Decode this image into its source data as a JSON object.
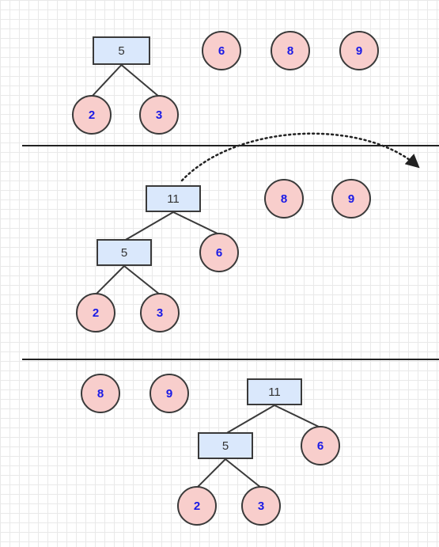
{
  "colors": {
    "leaf_fill": "#f8cecc",
    "leaf_text": "#1a1ae6",
    "internal_fill": "#dae8fc",
    "stroke": "#3a3a3a",
    "grid": "#e9e9e9"
  },
  "stages": [
    {
      "trees": [
        {
          "value": "5",
          "children": [
            {
              "value": "2"
            },
            {
              "value": "3"
            }
          ]
        },
        {
          "value": "6"
        },
        {
          "value": "8"
        },
        {
          "value": "9"
        }
      ]
    },
    {
      "trees": [
        {
          "value": "11",
          "children": [
            {
              "value": "5",
              "children": [
                {
                  "value": "2"
                },
                {
                  "value": "3"
                }
              ]
            },
            {
              "value": "6"
            }
          ]
        },
        {
          "value": "8"
        },
        {
          "value": "9"
        }
      ]
    },
    {
      "trees": [
        {
          "value": "8"
        },
        {
          "value": "9"
        },
        {
          "value": "11",
          "children": [
            {
              "value": "5",
              "children": [
                {
                  "value": "2"
                },
                {
                  "value": "3"
                }
              ]
            },
            {
              "value": "6"
            }
          ]
        }
      ]
    }
  ]
}
